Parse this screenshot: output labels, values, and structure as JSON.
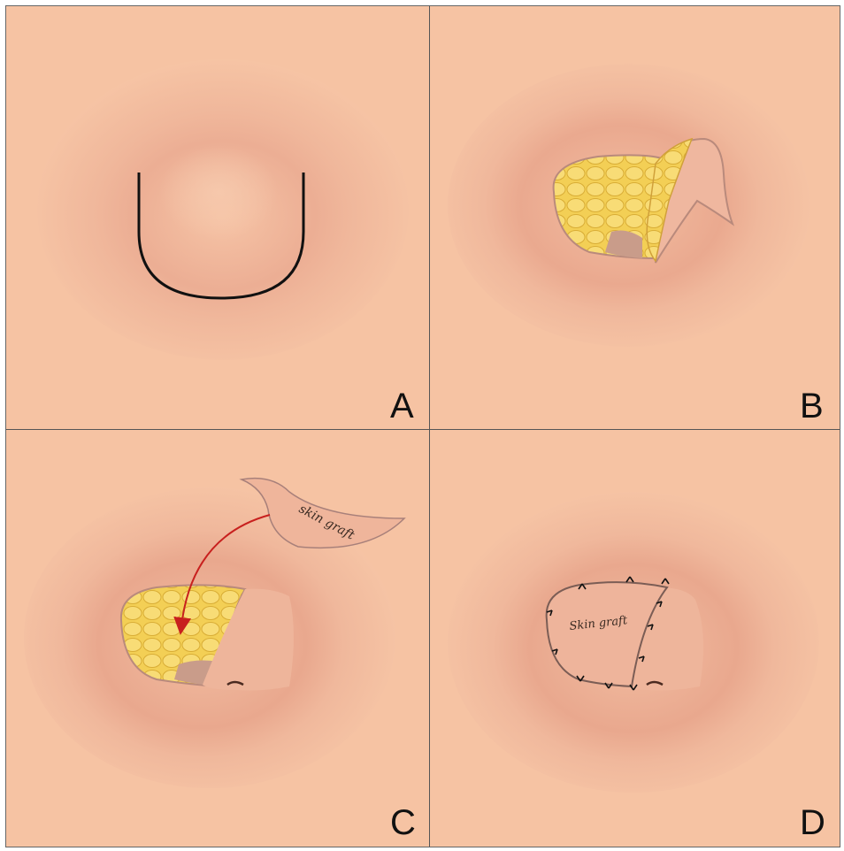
{
  "panels": [
    {
      "label": "A"
    },
    {
      "label": "B"
    },
    {
      "label": "C",
      "graft_label": "skin graft"
    },
    {
      "label": "D",
      "graft_label": "Skin graft"
    }
  ],
  "colors": {
    "skin": "#f6c3a3",
    "shadow": "#e7a58b",
    "fat": "#f4d05a",
    "arrow": "#c8201e",
    "incision": "#111111"
  }
}
